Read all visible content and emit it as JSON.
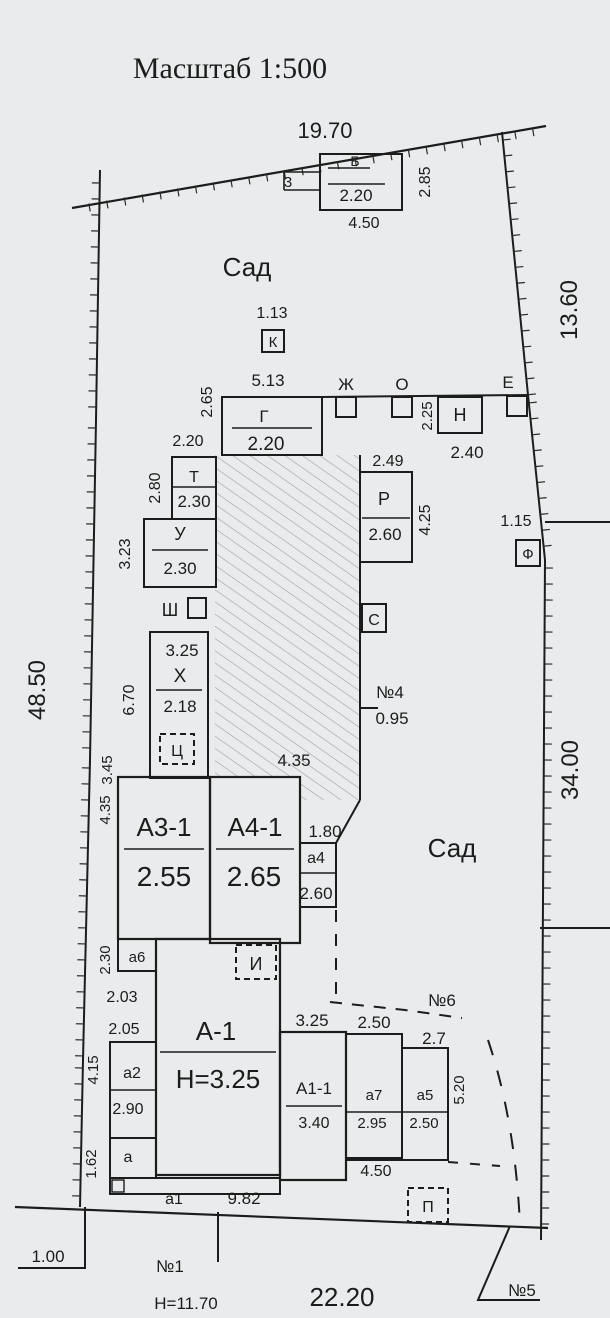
{
  "scale_title": "Масштаб 1:500",
  "dims": {
    "top_width": "19.70",
    "right_upper": "13.60",
    "right_lower": "34.00",
    "left_side": "48.50",
    "bottom_width": "22.20",
    "offset_left": "1.00"
  },
  "gardens": [
    "Сад",
    "Сад"
  ],
  "outbuildings": {
    "b": {
      "letter": "Б",
      "height": "2.20",
      "width": "4.50",
      "depth": "2.85",
      "side": "3"
    },
    "k": {
      "letter": "К",
      "width": "1.13"
    },
    "g": {
      "letter": "Г",
      "height": "2.20",
      "width": "5.13",
      "depth": "2.65",
      "side": "2.20"
    },
    "zh": {
      "letter": "Ж"
    },
    "o": {
      "letter": "О"
    },
    "e": {
      "letter": "Е"
    },
    "n": {
      "letter": "Н",
      "width": "2.40",
      "depth": "2.25"
    },
    "t": {
      "letter": "Т",
      "height": "2.30",
      "depth": "2.80"
    },
    "u": {
      "letter": "У",
      "height": "2.30",
      "depth": "3.23"
    },
    "sh": {
      "letter": "Ш"
    },
    "r": {
      "letter": "Р",
      "height": "2.60",
      "width": "2.49",
      "depth": "4.25"
    },
    "f": {
      "letter": "Ф",
      "width": "1.15"
    },
    "s": {
      "letter": "С"
    },
    "x": {
      "letter": "Х",
      "height": "2.18",
      "width": "3.25",
      "depth": "6.70"
    },
    "ts": {
      "letter": "Ц"
    }
  },
  "fence4": {
    "label": "№4",
    "value": "0.95"
  },
  "main": {
    "a3": {
      "label": "А3-1",
      "height": "2.55"
    },
    "a4": {
      "label": "А4-1",
      "height": "2.65"
    },
    "a3_top": "3.45",
    "a3_side": "4.35",
    "a4_top": "4.35",
    "a4b": {
      "label": "а4",
      "height": "2.60",
      "width": "1.80"
    },
    "i": {
      "letter": "И"
    },
    "a6": {
      "label": "а6",
      "width": "2.03",
      "depth": "2.30"
    },
    "a1": {
      "label": "А-1",
      "height": "Н=3.25"
    },
    "a2": {
      "label": "а2",
      "height": "2.90",
      "width": "2.05",
      "depth": "4.15"
    },
    "a": {
      "label": "а",
      "depth": "1.62"
    },
    "a1b": {
      "label": "а1",
      "width": "9.82"
    },
    "a11": {
      "label": "А1-1",
      "height": "3.40",
      "width": "3.25"
    },
    "a7": {
      "label": "а7",
      "height": "2.95",
      "width": "2.50"
    },
    "a5": {
      "label": "а5",
      "height": "2.50",
      "depth": "5.20",
      "width": "4.50"
    },
    "fence6": {
      "label": "№6",
      "value": "2.7"
    },
    "p": {
      "letter": "П"
    }
  },
  "fence1": {
    "label": "№1",
    "value": "Н=11.70"
  },
  "fence5": {
    "label": "№5"
  }
}
